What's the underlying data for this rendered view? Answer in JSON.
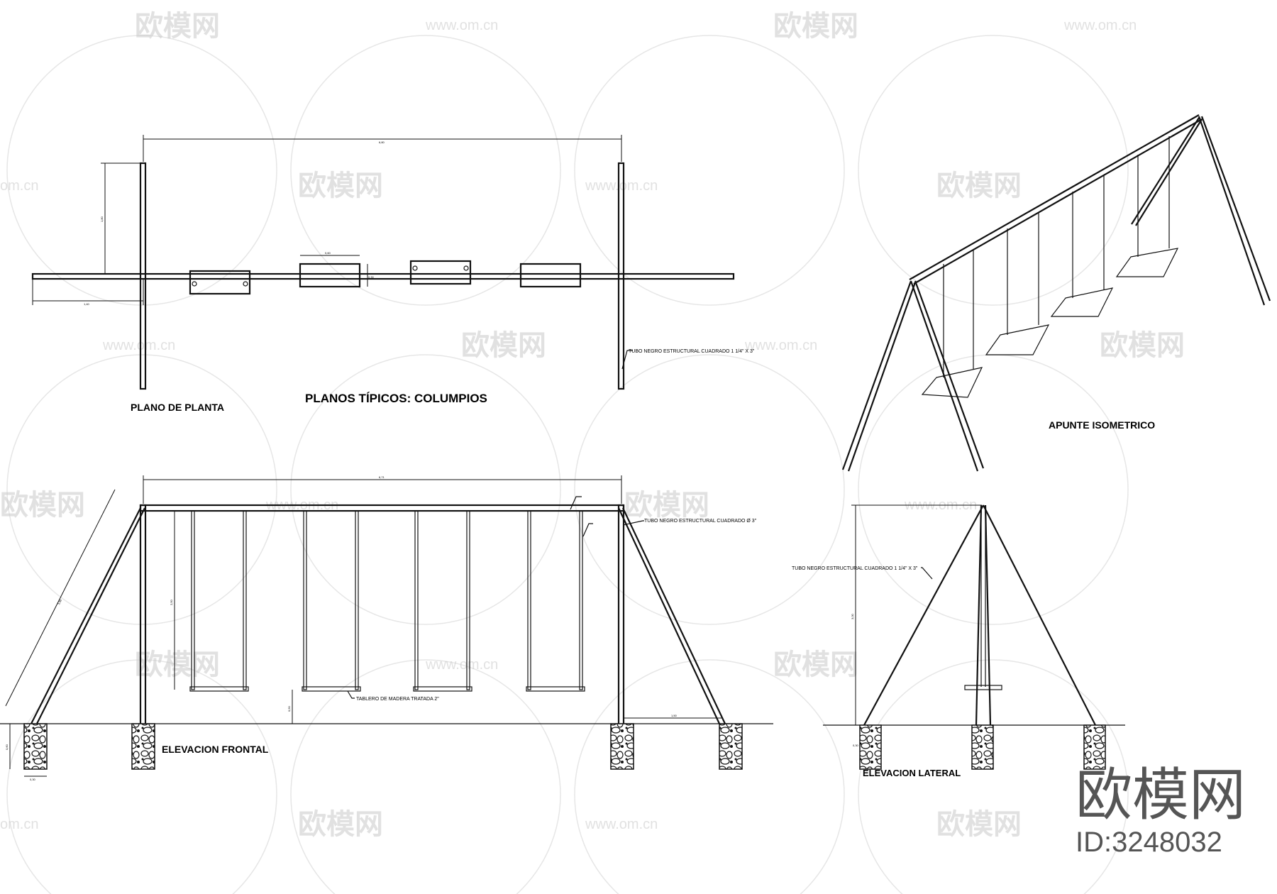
{
  "drawing": {
    "main_title": "PLANOS TÍPICOS: COLUMPIOS",
    "views": {
      "plan": "PLANO  DE PLANTA",
      "front": "ELEVACION FRONTAL",
      "side": "ELEVACION LATERAL",
      "iso": "APUNTE  ISOMETRICO"
    },
    "notes": {
      "plan_tube": "TUBO NEGRO ESTRUCTURAL CUADRADO 1 1/4\" X 3\"",
      "front_tube": "TUBO NEGRO ESTRUCTURAL CUADRADO Ø 3\"",
      "front_board": "TABLERO DE MADERA TRATADA 2\"",
      "side_tube": "TUBO NEGRO ESTRUCTURAL CUADRADO 1 1/4\" X 3\""
    },
    "dimensions": {
      "plan_top": "6,80",
      "plan_left": "1,80",
      "plan_bottom": "1,40",
      "plan_seat": "0,60",
      "plan_seat_h": "0,30",
      "front_top": "6,71",
      "front_diag": "3,40",
      "front_height": "2,50",
      "front_seat_gap": "0,50",
      "front_base": "1,50",
      "front_footing_h": "0,60",
      "front_footing_w": "0,30",
      "side_height": "3,00",
      "side_footing": "0,30"
    }
  },
  "watermark": {
    "brand": "欧模网",
    "site": "www.om.cn",
    "site_short": "om.cn",
    "id": "ID:3248032"
  },
  "colors": {
    "line": "#111111",
    "watermark": "#c9c9c9",
    "badge": "#555555"
  }
}
